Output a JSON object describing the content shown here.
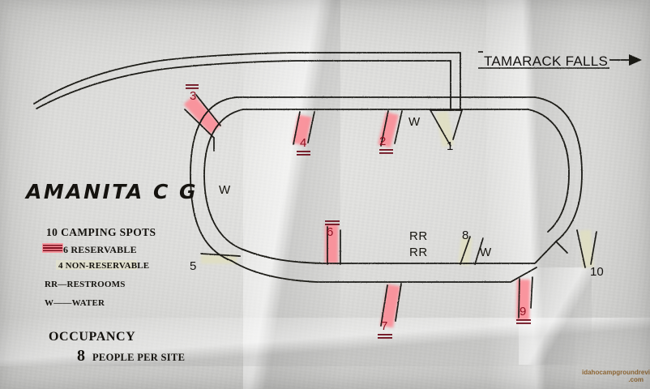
{
  "map": {
    "title": "AMANITA C G",
    "direction_label": "TAMARACK FALLS",
    "direction_arrow": "arrow-right-icon",
    "legend": {
      "spots_total": "10 CAMPING SPOTS",
      "reservable": "6 RESERVABLE",
      "non_reservable": "4 NON-RESERVABLE",
      "restrooms": "RR—RESTROOMS",
      "water": "W——WATER"
    },
    "occupancy": {
      "heading": "OCCUPANCY",
      "number": "8",
      "unit": "PEOPLE PER SITE"
    },
    "sites": [
      {
        "number": "1",
        "type": "non-reservable"
      },
      {
        "number": "2",
        "type": "reservable"
      },
      {
        "number": "3",
        "type": "reservable"
      },
      {
        "number": "4",
        "type": "reservable"
      },
      {
        "number": "5",
        "type": "non-reservable"
      },
      {
        "number": "6",
        "type": "reservable"
      },
      {
        "number": "7",
        "type": "reservable"
      },
      {
        "number": "8",
        "type": "non-reservable"
      },
      {
        "number": "9",
        "type": "reservable"
      },
      {
        "number": "10",
        "type": "non-reservable"
      }
    ],
    "facility_labels": [
      {
        "text": "W",
        "name": "water-label-loop-west"
      },
      {
        "text": "W",
        "name": "water-label-north"
      },
      {
        "text": "W",
        "name": "water-label-south"
      },
      {
        "text": "RR",
        "name": "restroom-label-upper"
      },
      {
        "text": "RR",
        "name": "restroom-label-lower"
      }
    ],
    "colors": {
      "reservable_highlight": "#fb8d97",
      "non_reservable_highlight": "#e3e2cb",
      "road_ink": "#1b1a18",
      "paper": "#dedede",
      "site_number_red": "#8e1223"
    },
    "watermark": {
      "line1": "idahocampgroundreview",
      "line2": ".com"
    }
  }
}
